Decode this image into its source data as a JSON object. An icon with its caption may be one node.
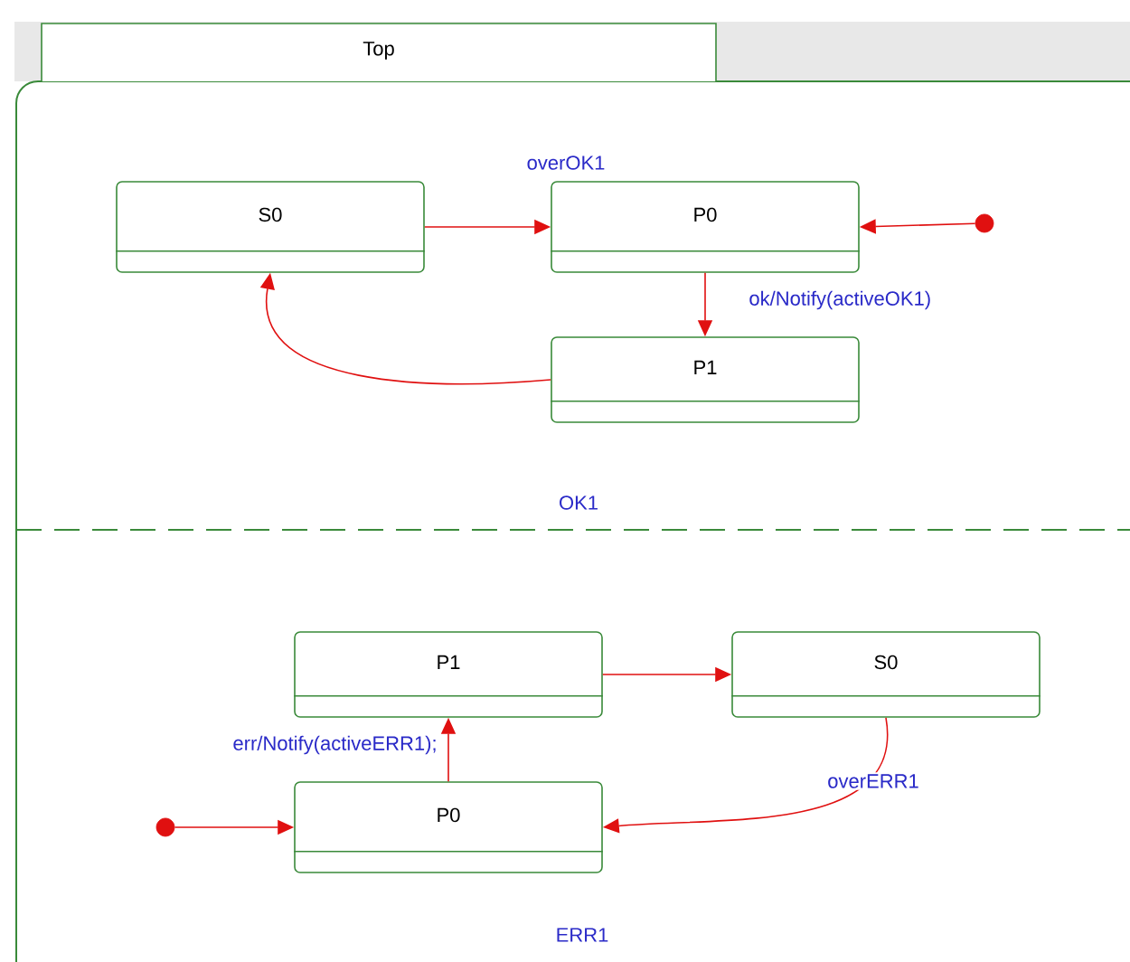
{
  "diagram": {
    "nodes": [
      {
        "text": [
          "Top"
        ]
      },
      {
        "text": [
          "S0"
        ],
        "in": 0
      },
      {
        "text": [
          "P0"
        ],
        "in": 0
      },
      {
        "text": [
          "P1"
        ],
        "in": 0
      },
      {
        "text": [],
        "shape": "circle",
        "in": 0
      },
      {
        "text": [
          "P1"
        ],
        "in": 0
      },
      {
        "text": [
          "S0"
        ],
        "in": 0
      },
      {
        "text": [
          "P0"
        ],
        "in": 0
      },
      {
        "text": [],
        "shape": "circle",
        "in": 0
      }
    ],
    "edges": [
      {
        "from": 1,
        "to": 2,
        "arrow": "to",
        "label": "overOK1"
      },
      {
        "from": 4,
        "to": 2,
        "arrow": "to"
      },
      {
        "from": 2,
        "to": 3,
        "arrow": "to",
        "label": "ok/Notify(activeOK1)"
      },
      {
        "from": 3,
        "to": 1,
        "arrow": "to"
      },
      {
        "from": 5,
        "to": 6,
        "arrow": "to"
      },
      {
        "from": 7,
        "to": 5,
        "arrow": "to",
        "label": "err/Notify(activeERR1);"
      },
      {
        "from": 6,
        "to": 7,
        "arrow": "to",
        "label": "overERR1"
      },
      {
        "from": 8,
        "to": 7,
        "arrow": "to"
      }
    ],
    "labels": [
      "OK1",
      "ERR1"
    ]
  }
}
